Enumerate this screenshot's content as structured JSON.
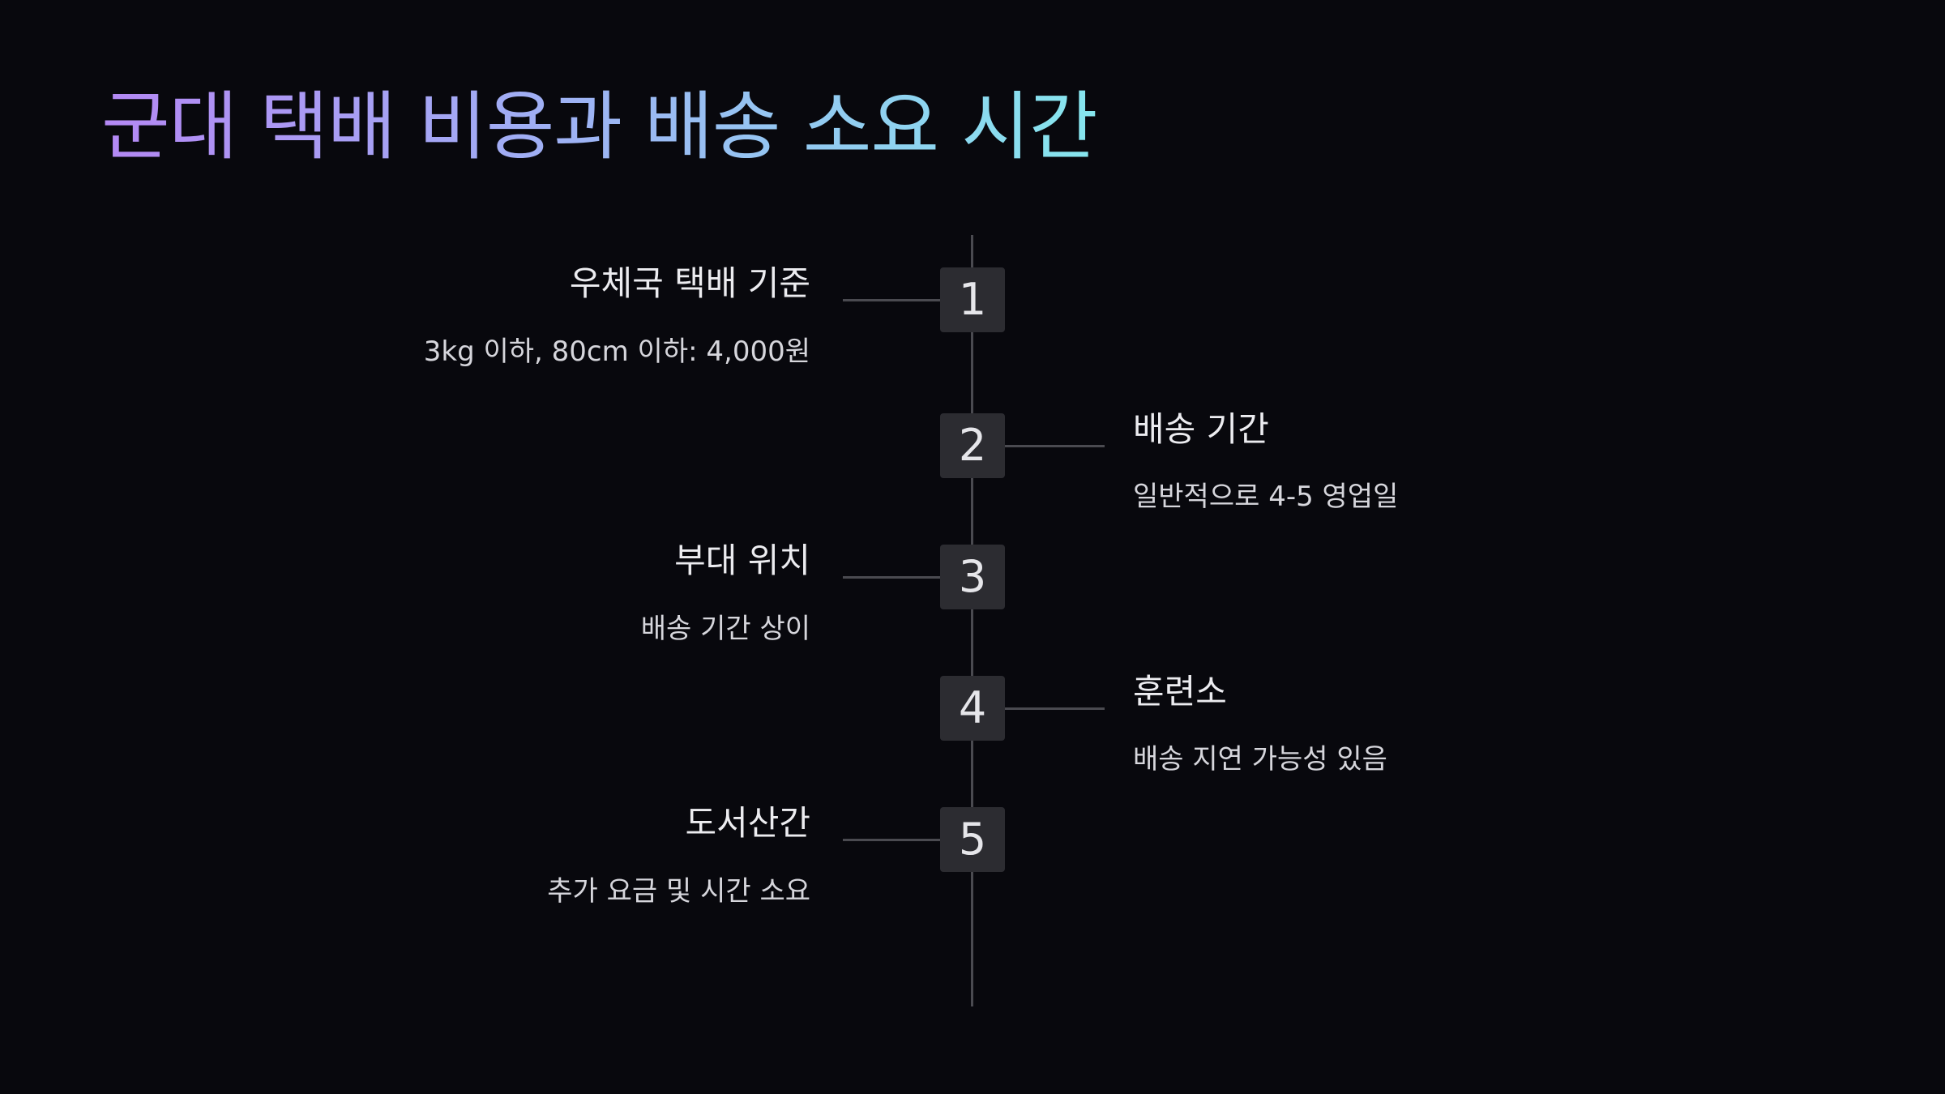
{
  "title": "군대 택배 비용과 배송 소요 시간",
  "steps": [
    {
      "number": "1",
      "heading": "우체국 택배 기준",
      "description": "3kg 이하, 80cm 이하: 4,000원"
    },
    {
      "number": "2",
      "heading": "배송 기간",
      "description": "일반적으로 4-5 영업일"
    },
    {
      "number": "3",
      "heading": "부대 위치",
      "description": "배송 기간 상이"
    },
    {
      "number": "4",
      "heading": "훈련소",
      "description": "배송 지연 가능성 있음"
    },
    {
      "number": "5",
      "heading": "도서산간",
      "description": "추가 요금 및 시간 소요"
    }
  ],
  "colors": {
    "background": "#08080d",
    "title_gradient_start": "#b488f4",
    "title_gradient_end": "#86e6ee",
    "badge": "#2c2c31",
    "line": "#4a4a50"
  }
}
